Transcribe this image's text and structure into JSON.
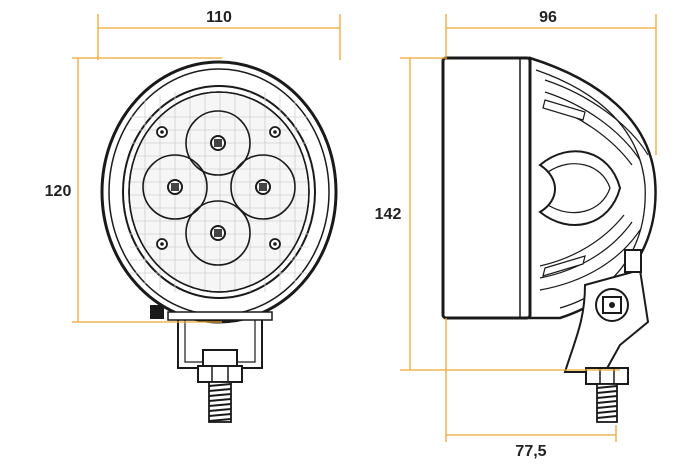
{
  "dimensions": {
    "front_width": "110",
    "front_height": "120",
    "side_height": "142",
    "side_depth": "96",
    "mount_depth": "77,5"
  },
  "colors": {
    "dimension_line": "#f0a830",
    "outline": "#1a1a1a"
  },
  "icons": {
    "led": "led-optic-icon",
    "screw": "screw-icon",
    "bolt": "threaded-bolt-icon"
  }
}
